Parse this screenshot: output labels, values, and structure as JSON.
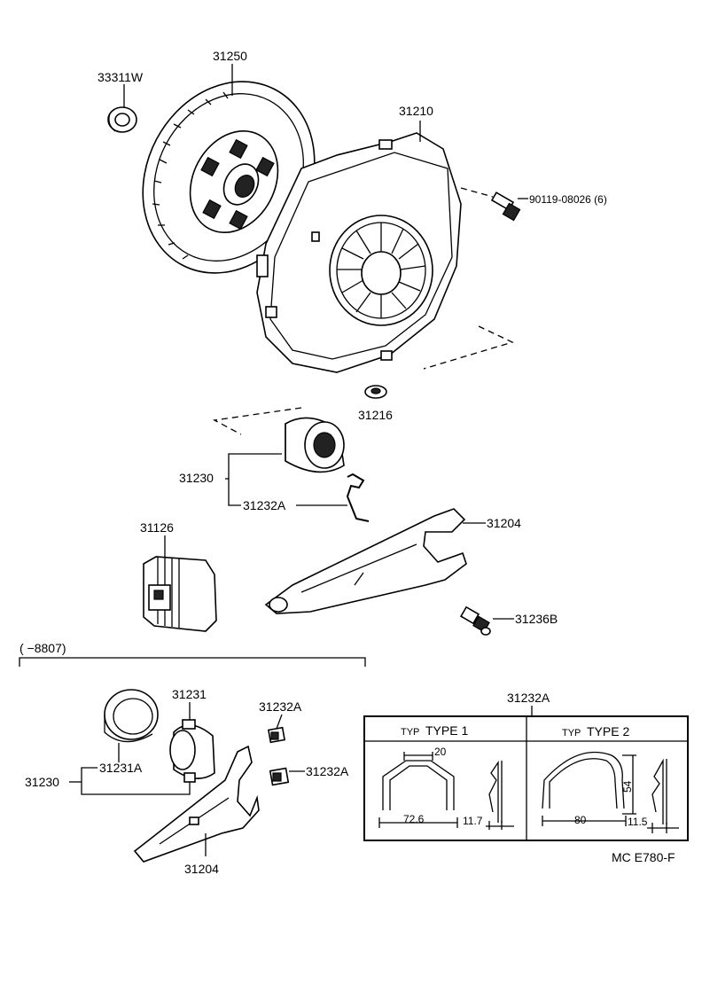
{
  "labels": {
    "p33311w": "33311W",
    "p31250": "31250",
    "p31210": "31210",
    "p90119": "90119-08026 (6)",
    "p31216": "31216",
    "p31230_top": "31230",
    "p31232a_top": "31232A",
    "p31204_top": "31204",
    "p31126": "31126",
    "p31236b": "31236B",
    "range": "(      −8807)",
    "p31231": "31231",
    "p31232a_a": "31232A",
    "p31231a": "31231A",
    "p31230_bot": "31230",
    "p31232a_b": "31232A",
    "p31204_bot": "31204",
    "p31232a_table": "31232A"
  },
  "type_table": {
    "type1_prefix": "TYP",
    "type1": "TYPE  1",
    "type2_prefix": "TYP",
    "type2": "TYPE  2",
    "dims1": {
      "top": "20",
      "width": "72.6",
      "side": "11.7"
    },
    "dims2": {
      "height": "54",
      "width": "80",
      "side": "11.5"
    }
  },
  "footer": "MC  E780-F"
}
